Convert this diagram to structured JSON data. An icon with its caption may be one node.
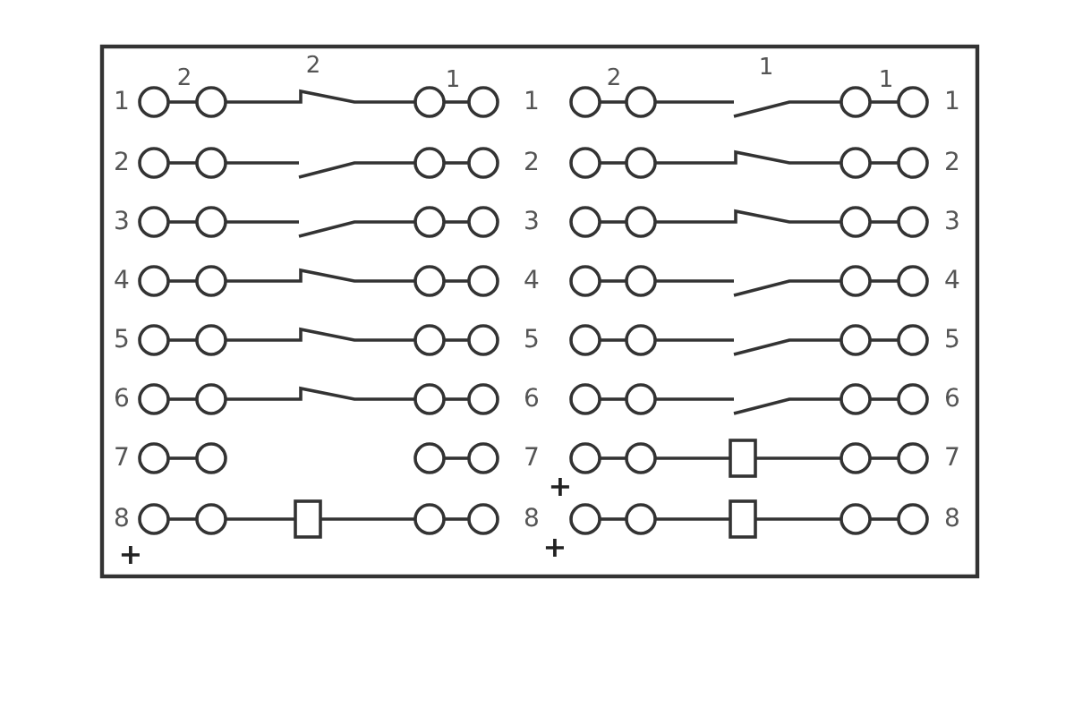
{
  "diagram": {
    "labels": [
      "2",
      "2",
      "1",
      "2",
      "1",
      "1",
      "1",
      "1",
      "1",
      "2",
      "2",
      "2",
      "3",
      "3",
      "3",
      "4",
      "4",
      "4",
      "5",
      "5",
      "5",
      "6",
      "6",
      "6",
      "7",
      "7",
      "7",
      "8",
      "8",
      "8",
      "+",
      "+",
      "+"
    ]
  }
}
